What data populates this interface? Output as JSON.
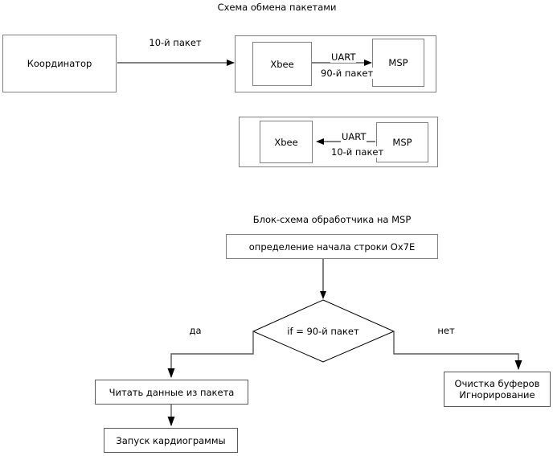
{
  "diagram": {
    "background": "#ffffff",
    "stroke_gray": "#808080",
    "stroke_black": "#000000",
    "packet_scheme": {
      "title": "Схема обмена пакетами",
      "coordinator_label": "Координатор",
      "coordinator_arrow_label": "10-й пакет",
      "group_downlink": {
        "left_node": "Xbee",
        "right_node": "MSP",
        "link_label_top": "UART",
        "link_label_bottom": "90-й пакет",
        "direction": "left-to-right"
      },
      "group_uplink": {
        "left_node": "Xbee",
        "right_node": "MSP",
        "link_label_top": "UART",
        "link_label_bottom": "10-й пакет",
        "direction": "right-to-left"
      }
    },
    "flowchart": {
      "title": "Блок-схема обработчика на MSP",
      "start_box": "определение начала строки Ox7E",
      "decision": "if = 90-й пакет",
      "branch_yes_label": "да",
      "branch_no_label": "нет",
      "yes_box": "Читать данные из пакета",
      "yes_next_box": "Запуск кардиограммы",
      "no_box_line1": "Очистка буферов",
      "no_box_line2": "Игнорирование"
    }
  }
}
